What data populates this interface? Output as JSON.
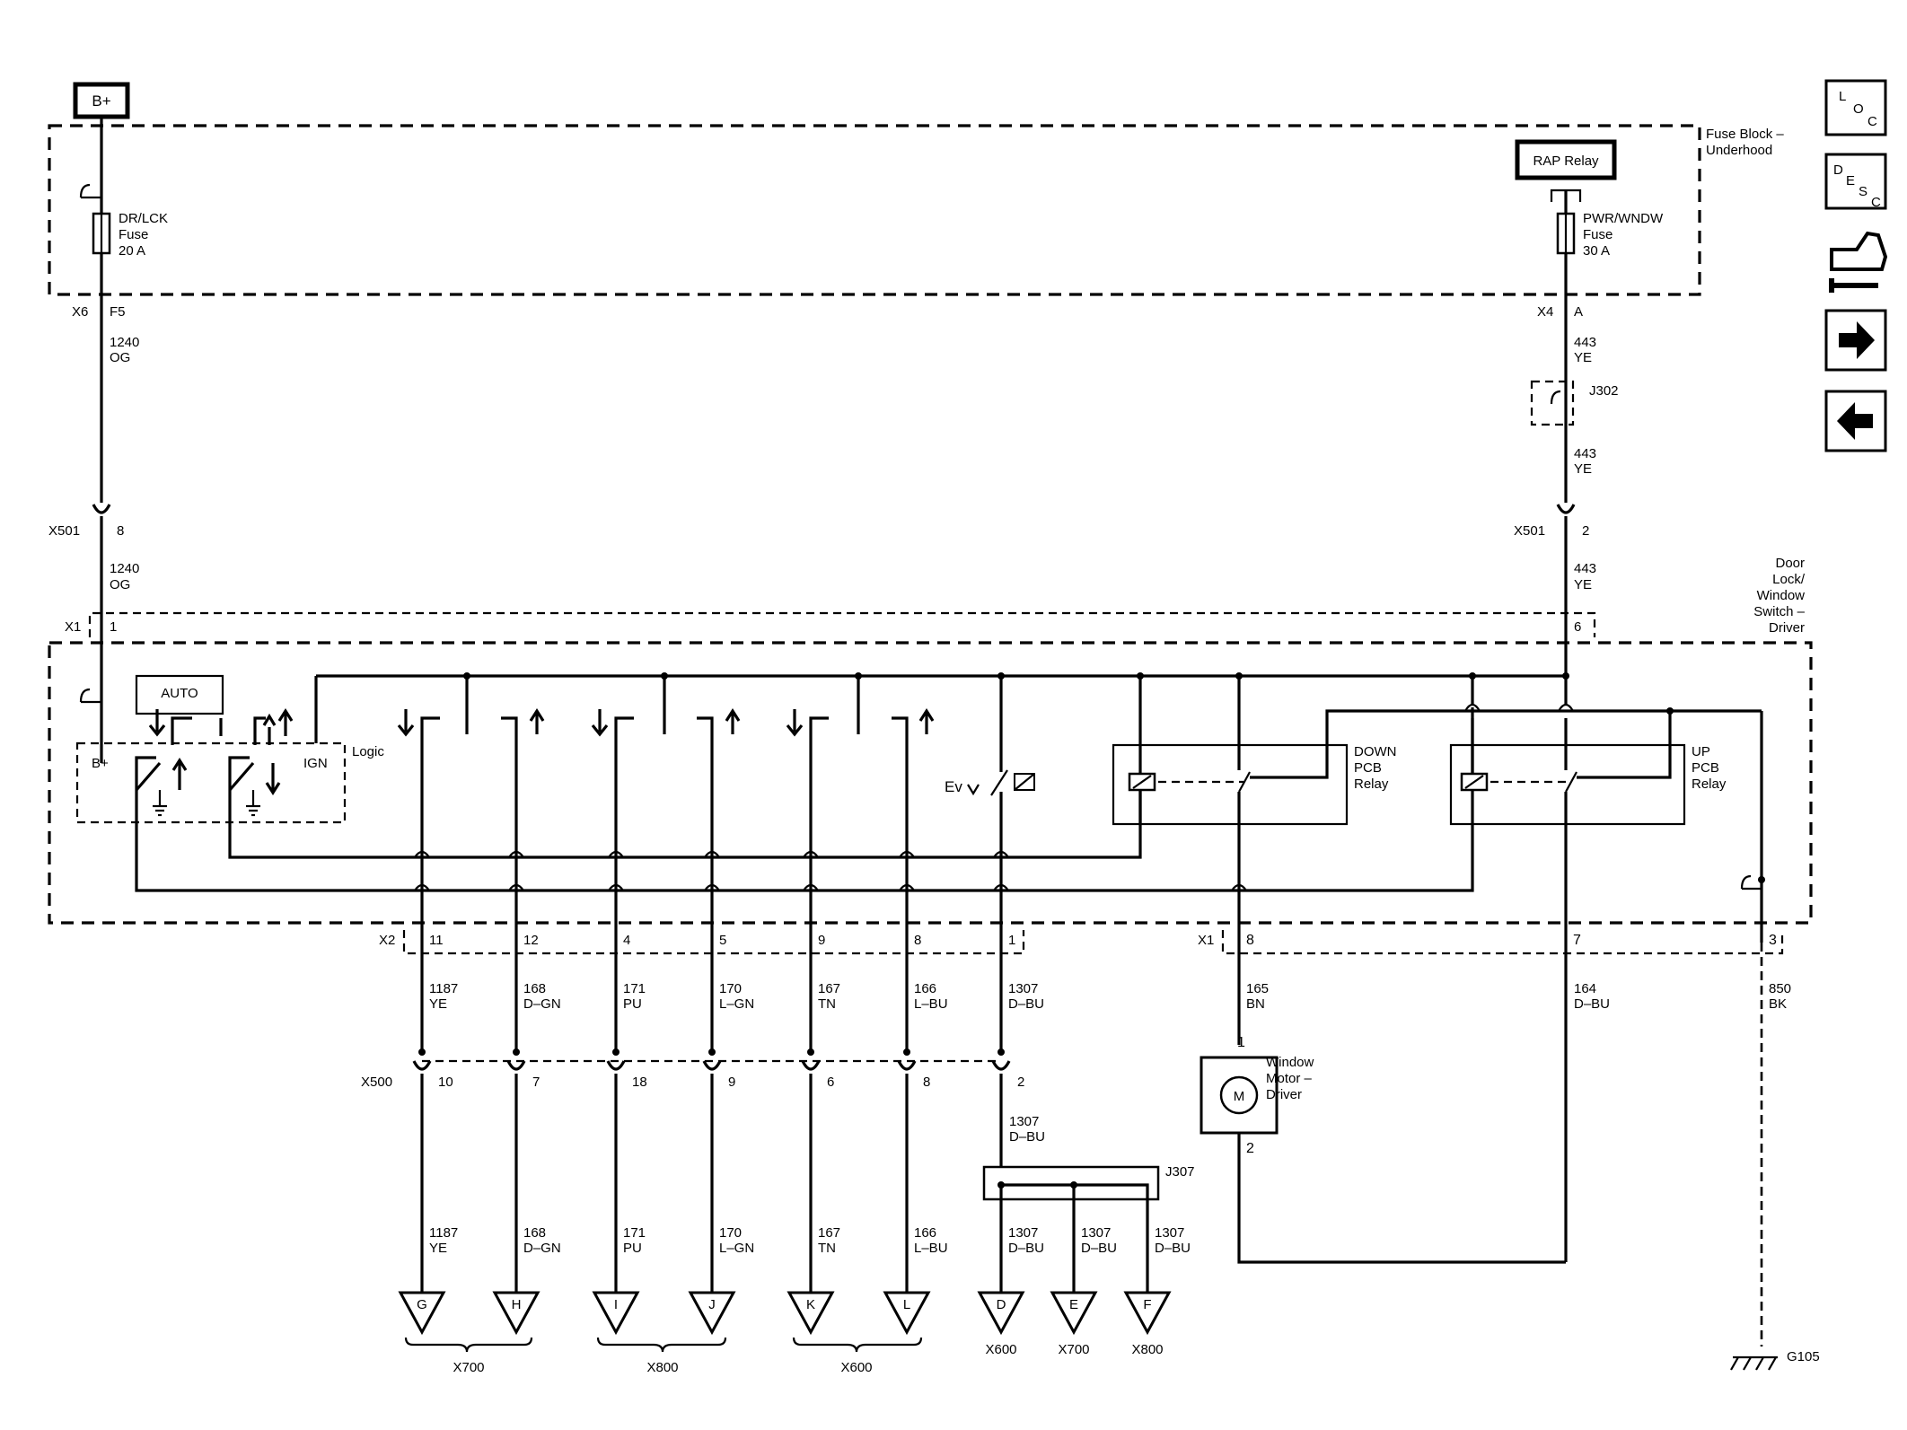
{
  "labels": {
    "bplus_top": "B+",
    "fuse_block_1": "Fuse Block –",
    "fuse_block_2": "Underhood",
    "rap_relay": "RAP Relay",
    "fuse_left_1": "DR/LCK",
    "fuse_left_2": "Fuse",
    "fuse_left_3": "20 A",
    "fuse_right_1": "PWR/WNDW",
    "fuse_right_2": "Fuse",
    "fuse_right_3": "30 A",
    "conn_x6": "X6",
    "pin_f5": "F5",
    "conn_x4": "X4",
    "pin_a": "A",
    "splice_j302": "J302",
    "conn_x501_l": "X501",
    "pin_8_l": "8",
    "conn_x501_r": "X501",
    "pin_2_r": "2",
    "module_1": "Door",
    "module_2": "Lock/",
    "module_3": "Window",
    "module_4": "Switch –",
    "module_5": "Driver",
    "conn_x1_top": "X1",
    "pin_1_top": "1",
    "pin_6_top": "6",
    "auto": "AUTO",
    "bplus_in": "B+",
    "ign": "IGN",
    "logic": "Logic",
    "down_relay_1": "DOWN",
    "down_relay_2": "PCB",
    "down_relay_3": "Relay",
    "up_relay_1": "UP",
    "up_relay_2": "PCB",
    "up_relay_3": "Relay",
    "ev": "Ev",
    "conn_x2": "X2",
    "conn_x1_bot": "X1",
    "conn_x500": "X500",
    "motor_1": "Window",
    "motor_2": "Motor –",
    "motor_3": "Driver",
    "motor_m": "M",
    "motor_pin1": "1",
    "motor_pin2": "2",
    "splice_j307": "J307",
    "ground": "G105"
  },
  "wires": {
    "w1240_a_num": "1240",
    "w1240_a_col": "OG",
    "w1240_b_num": "1240",
    "w1240_b_col": "OG",
    "w443_a_num": "443",
    "w443_a_col": "YE",
    "w443_b_num": "443",
    "w443_b_col": "YE",
    "w443_c_num": "443",
    "w443_c_col": "YE",
    "w1307_mid_num": "1307",
    "w1307_mid_col": "D–BU",
    "w165_num": "165",
    "w165_col": "BN",
    "w164_num": "164",
    "w164_col": "D–BU",
    "w850_num": "850",
    "w850_col": "BK"
  },
  "bottom_pins": [
    {
      "x2_pin": "11",
      "wire_num": "1187",
      "wire_col": "YE",
      "x500_pin": "10",
      "term": "G"
    },
    {
      "x2_pin": "12",
      "wire_num": "168",
      "wire_col": "D–GN",
      "x500_pin": "7",
      "term": "H"
    },
    {
      "x2_pin": "4",
      "wire_num": "171",
      "wire_col": "PU",
      "x500_pin": "18",
      "term": "I"
    },
    {
      "x2_pin": "5",
      "wire_num": "170",
      "wire_col": "L–GN",
      "x500_pin": "9",
      "term": "J"
    },
    {
      "x2_pin": "9",
      "wire_num": "167",
      "wire_col": "TN",
      "x500_pin": "6",
      "term": "K"
    },
    {
      "x2_pin": "8",
      "wire_num": "166",
      "wire_col": "L–BU",
      "x500_pin": "8",
      "term": "L"
    },
    {
      "x2_pin": "1",
      "wire_num": "1307",
      "wire_col": "D–BU",
      "x500_pin": "2",
      "term": "D"
    }
  ],
  "x1_bottom_pins": [
    "8",
    "7",
    "3"
  ],
  "j307_branches": [
    {
      "wire_num": "1307",
      "wire_col": "D–BU",
      "term": "D",
      "conn": "X600"
    },
    {
      "wire_num": "1307",
      "wire_col": "D–BU",
      "term": "E",
      "conn": "X700"
    },
    {
      "wire_num": "1307",
      "wire_col": "D–BU",
      "term": "F",
      "conn": "X800"
    }
  ],
  "lower_wires": [
    {
      "wire_num": "1187",
      "wire_col": "YE"
    },
    {
      "wire_num": "168",
      "wire_col": "D–GN"
    },
    {
      "wire_num": "171",
      "wire_col": "PU"
    },
    {
      "wire_num": "170",
      "wire_col": "L–GN"
    },
    {
      "wire_num": "167",
      "wire_col": "TN"
    },
    {
      "wire_num": "166",
      "wire_col": "L–BU"
    }
  ],
  "groups": [
    "X700",
    "X800",
    "X600"
  ],
  "nav": {
    "loc": [
      "L",
      "O",
      "C"
    ],
    "desc": [
      "D",
      "E",
      "S",
      "C"
    ],
    "icons": [
      "vehicle-wrench-icon",
      "arrow-right-icon",
      "arrow-left-icon"
    ]
  }
}
